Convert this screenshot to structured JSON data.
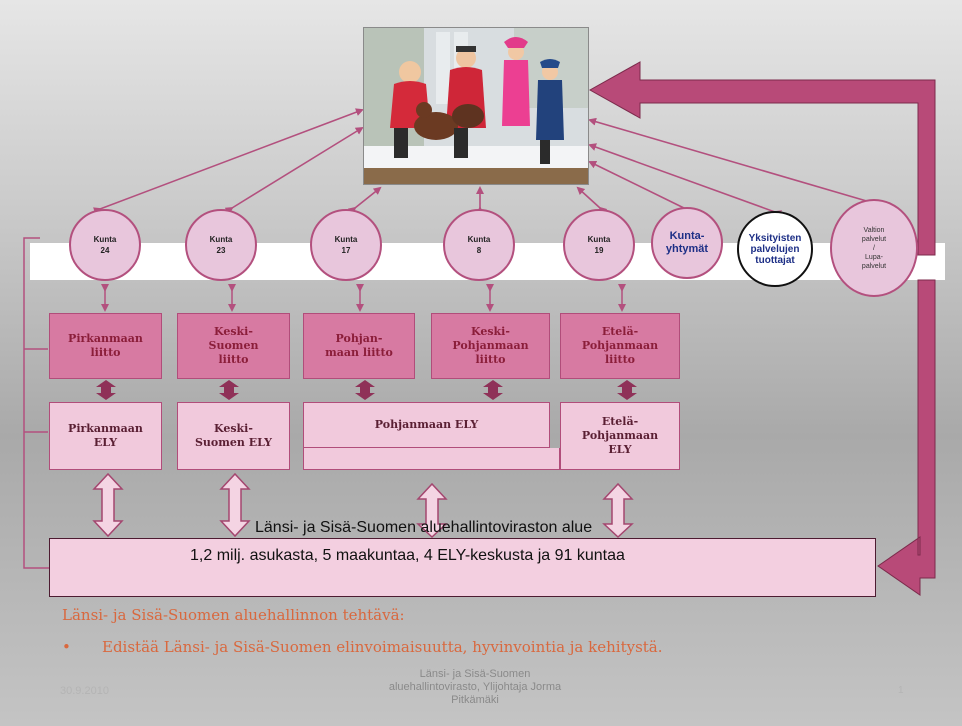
{
  "circles": [
    {
      "label": "Kunta\n24"
    },
    {
      "label": "Kunta\n23"
    },
    {
      "label": "Kunta\n17"
    },
    {
      "label": "Kunta\n8"
    },
    {
      "label": "Kunta\n19"
    },
    {
      "label": "Kunta-\nyhtymät"
    },
    {
      "label": "Yksityisten\npalvelujen\ntuottajat"
    },
    {
      "label": "Valtion\npalvelut\n/\nLupa-\npalvelut"
    }
  ],
  "liitot": [
    {
      "label": "Pirkanmaan\nliitto"
    },
    {
      "label": "Keski-\nSuomen\nliitto"
    },
    {
      "label": "Pohjan-\nmaan liitto"
    },
    {
      "label": "Keski-\nPohjanmaan\nliitto"
    },
    {
      "label": "Etelä-\nPohjanmaan\nliitto"
    }
  ],
  "ely": [
    {
      "label": "Pirkanmaan\nELY"
    },
    {
      "label": "Keski-\nSuomen ELY"
    },
    {
      "label": "Pohjanmaan ELY"
    },
    {
      "label": "Etelä-\nPohjanmaan\nELY"
    }
  ],
  "main": {
    "caption_line1": "Länsi- ja Sisä-Suomen aluehallintoviraston alue",
    "caption_line2": "1,2 milj. asukasta, 5 maakuntaa, 4 ELY-keskusta ja 91 kuntaa"
  },
  "tasks": {
    "title": "Länsi- ja Sisä-Suomen aluehallinnon tehtävä:",
    "bullet": "•",
    "item": "Edistää Länsi- ja Sisä-Suomen elinvoimaisuutta, hyvinvointia ja kehitystä."
  },
  "footer": {
    "date": "30.9.2010",
    "center": "Länsi- ja Sisä-Suomen\naluehallintovirasto, Ylijohtaja Jorma\nPitkämäki",
    "page": "1"
  },
  "colors": {
    "arrow": "#b3507e",
    "big_arrow": "#b84a78",
    "liitto_fill": "#d77aa2",
    "ely_fill": "#f1c9dc",
    "circle_fill": "#e8c6dc",
    "task_text": "#d9683e"
  }
}
